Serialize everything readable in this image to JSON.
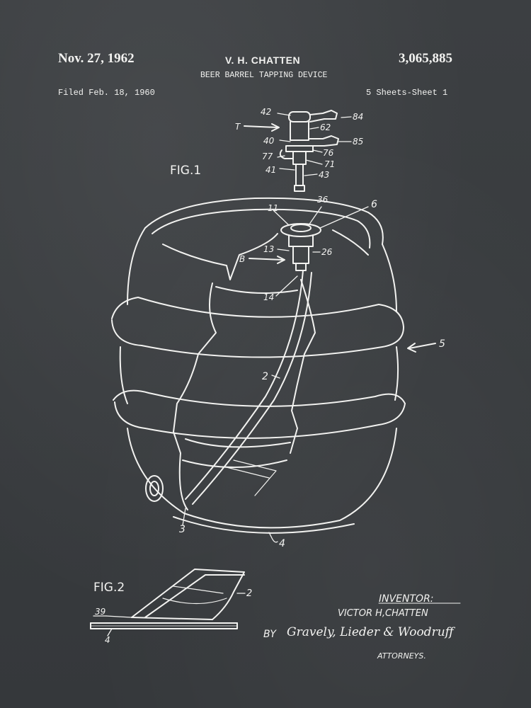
{
  "header": {
    "date": "Nov. 27, 1962",
    "inventor": "V. H. CHATTEN",
    "patent_number": "3,065,885",
    "title": "BEER BARREL TAPPING DEVICE",
    "filed": "Filed Feb. 18, 1960",
    "sheets": "5 Sheets-Sheet 1"
  },
  "figures": {
    "fig1": "FIG.1",
    "fig2": "FIG.2"
  },
  "reference_labels": {
    "l42": "42",
    "l84": "84",
    "lT": "T",
    "l62": "62",
    "l85": "85",
    "l40": "40",
    "l76": "76",
    "l77": "77",
    "l71": "71",
    "l41": "41",
    "l43": "43",
    "l36": "36",
    "l11": "11",
    "l6": "6",
    "l13": "13",
    "l26": "26",
    "lB": "B",
    "l14": "14",
    "l5": "5",
    "l2": "2",
    "l3": "3",
    "l4": "4",
    "f2_l2": "2",
    "f2_l39": "39",
    "f2_l4": "4"
  },
  "signature": {
    "inventor_label": "INVENTOR:",
    "inventor_name": "VICTOR H,CHATTEN",
    "by": "BY",
    "attorneys_firm": "Gravely, Lieder & Woodruff",
    "attorneys_label": "ATTORNEYS."
  },
  "colors": {
    "background": "#3a3d40",
    "ink": "#f2f2f0"
  }
}
